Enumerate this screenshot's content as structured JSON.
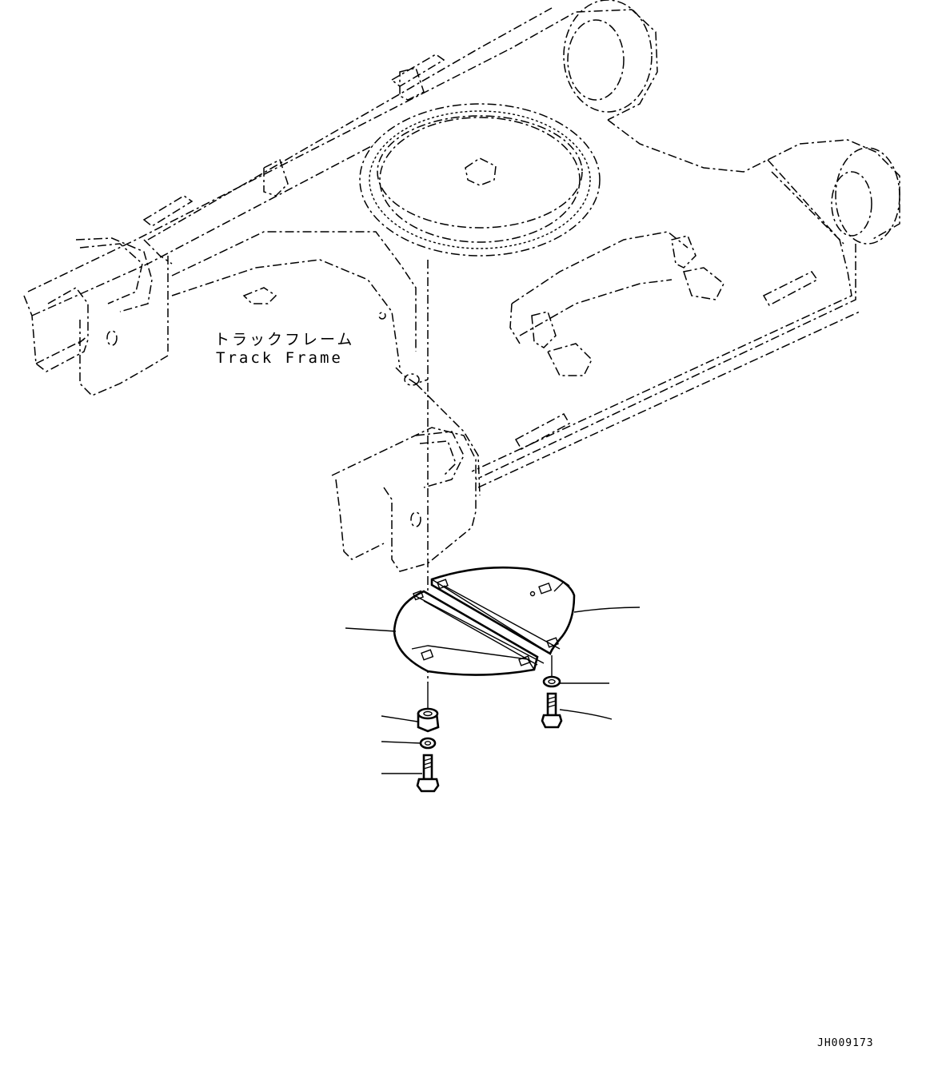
{
  "diagram": {
    "labels": {
      "track_frame_ja": "トラックフレーム",
      "track_frame_en": "Track Frame",
      "drawing_number": "JH009173"
    }
  }
}
